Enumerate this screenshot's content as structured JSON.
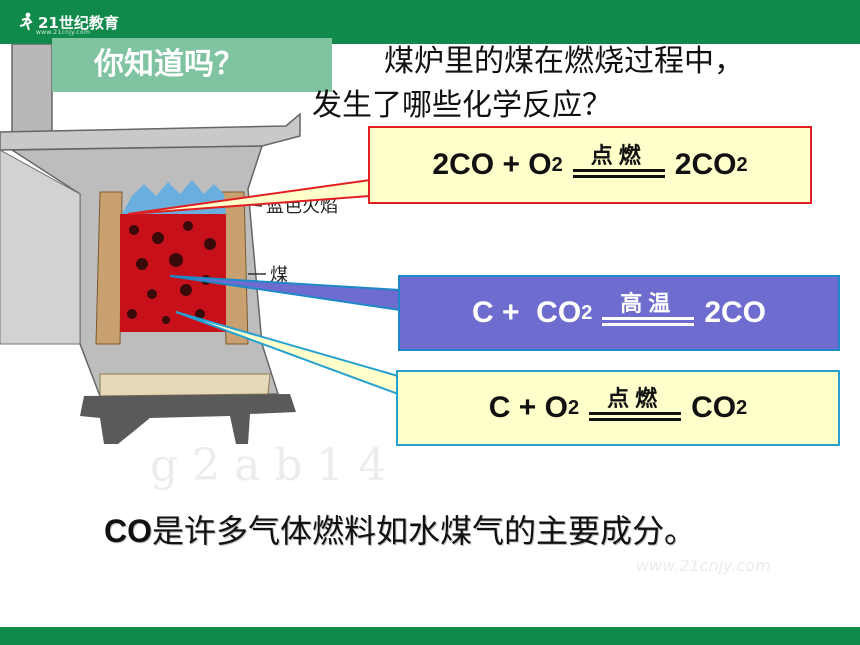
{
  "header": {
    "logo_text": "21世纪教育",
    "logo_url_text": "www.21cnjy.com"
  },
  "tag": {
    "label": "你知道吗？"
  },
  "question": {
    "line1": "煤炉里的煤在燃烧过程中，",
    "line2": "发生了哪些化学反应？"
  },
  "diagram": {
    "label_flame": "蓝色火焰",
    "label_coal": "煤"
  },
  "equations": [
    {
      "left": "2CO + O",
      "left_sub": "2",
      "condition": "点燃",
      "right": "2CO",
      "right_sub": "2"
    },
    {
      "left": "C +  CO",
      "left_sub": "2",
      "condition": "高温",
      "right": "2CO",
      "right_sub": ""
    },
    {
      "left": "C + O",
      "left_sub": "2",
      "condition": "点燃",
      "right": "CO",
      "right_sub": "2"
    }
  ],
  "conclusion": {
    "formula": "CO",
    "text": "是许多气体燃料如水煤气的主要成分。"
  },
  "watermark": {
    "text": "www.21cnjy.com"
  },
  "colors": {
    "green_bar": "#0f8a4a",
    "tag_bg": "#7fc3a0",
    "eq_yellow": "#ffffcc",
    "eq_purple": "#6f6ccf",
    "red_border": "#e02020"
  }
}
